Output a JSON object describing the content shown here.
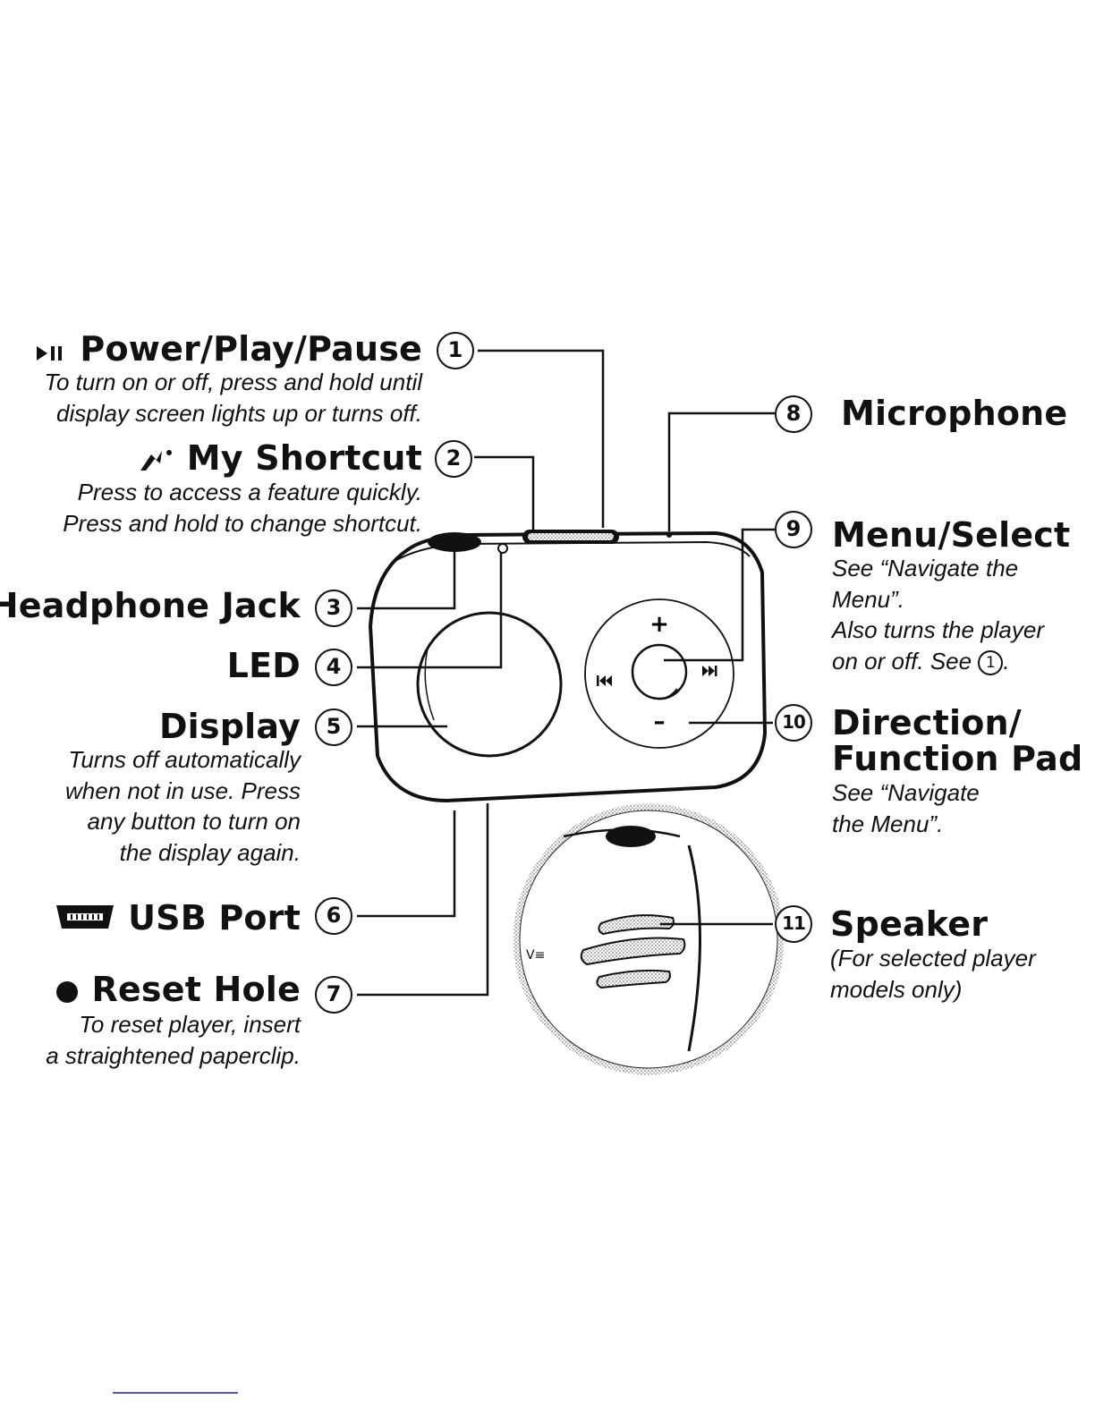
{
  "labels": {
    "power": {
      "num": "1",
      "title": "Power/Play/Pause",
      "icon": "play-pause-icon",
      "desc": [
        "To turn on or off, press and hold until",
        "display screen lights up or turns off."
      ]
    },
    "shortcut": {
      "num": "2",
      "title": "My Shortcut",
      "icon": "shortcut-icon",
      "desc": [
        "Press to access a feature quickly.",
        "Press and hold to change shortcut."
      ]
    },
    "headphone": {
      "num": "3",
      "title": "Headphone Jack"
    },
    "led": {
      "num": "4",
      "title": "LED"
    },
    "display": {
      "num": "5",
      "title": "Display",
      "desc": [
        "Turns off automatically",
        "when not in use. Press",
        "any button to turn on",
        "the display again."
      ]
    },
    "usb": {
      "num": "6",
      "title": "USB Port",
      "icon": "usb-icon"
    },
    "reset": {
      "num": "7",
      "title": "Reset Hole",
      "icon": "dot-icon",
      "desc": [
        "To reset player, insert",
        "a straightened paperclip."
      ]
    },
    "microphone": {
      "num": "8",
      "title": "Microphone"
    },
    "menu": {
      "num": "9",
      "title": "Menu/Select",
      "desc": [
        "See “Navigate the",
        "Menu”.",
        "Also turns the player",
        "on or off. See"
      ],
      "ref_num": "1",
      "ref_suffix": "."
    },
    "direction": {
      "num": "10",
      "title_line1": "Direction/",
      "title_line2": "Function Pad",
      "desc": [
        "See “Navigate",
        "the Menu”."
      ]
    },
    "speaker": {
      "num": "11",
      "title": "Speaker",
      "desc": [
        "(For selected player",
        "models only)"
      ]
    }
  },
  "pad_symbols": {
    "plus": "+",
    "minus": "–"
  }
}
